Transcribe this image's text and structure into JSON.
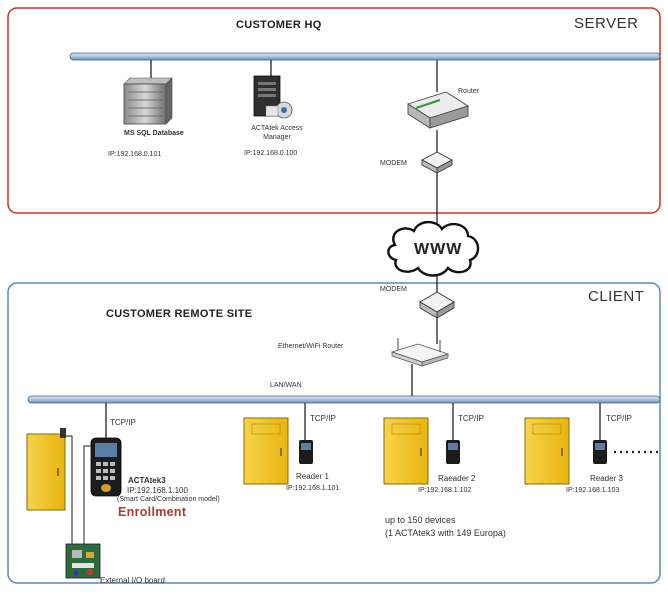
{
  "server_zone": {
    "title": "CUSTOMER HQ",
    "tag": "SERVER",
    "border_color": "#c9302c"
  },
  "client_zone": {
    "title": "CUSTOMER REMOTE SITE",
    "tag": "CLIENT",
    "border_color": "#5b87b5"
  },
  "server_nodes": {
    "database": {
      "name": "MS SQL Database",
      "ip": "IP:192.168.0.101",
      "icon": "database-server-icon"
    },
    "access_manager": {
      "name": "ACTAtek Access Manager",
      "ip": "IP:192.168.0.100",
      "icon": "access-manager-server-icon"
    },
    "router": {
      "name": "Router",
      "icon": "router-icon"
    },
    "modem": {
      "name": "MODEM",
      "icon": "modem-icon"
    }
  },
  "internet": {
    "label": "WWW",
    "icon": "cloud-icon"
  },
  "client_nodes": {
    "modem": {
      "name": "MODEM",
      "icon": "modem-icon"
    },
    "router": {
      "name": "Ethernet/WiFi Router",
      "icon": "wifi-router-icon"
    },
    "lan_label": "LAN/WAN",
    "enrollment": {
      "name": "ACTAtek3",
      "ip": "IP:192.168.1.100",
      "model": "(Smart Card/Combination model)",
      "role": "Enrollment",
      "link": "TCP/IP"
    },
    "io_board": {
      "name": "External I/O board",
      "icon": "circuit-board-icon"
    },
    "readers": [
      {
        "name": "Reader 1",
        "ip": "IP:192.168.1.101",
        "link": "TCP/IP"
      },
      {
        "name": "Raeader 2",
        "ip": "IP:192.168.1.102",
        "link": "TCP/IP"
      },
      {
        "name": "Reader 3",
        "ip": "IP:192.168.1.103",
        "link": "TCP/IP"
      }
    ],
    "capacity_note": {
      "line1": "up to 150 devices",
      "line2": "(1 ACTAtek3 with 149 Europa)"
    }
  },
  "colors": {
    "bus": "#a8c4e0",
    "bus_outline": "#3d5d80",
    "door": "#f2c31b",
    "door_outline": "#8a6d00"
  }
}
